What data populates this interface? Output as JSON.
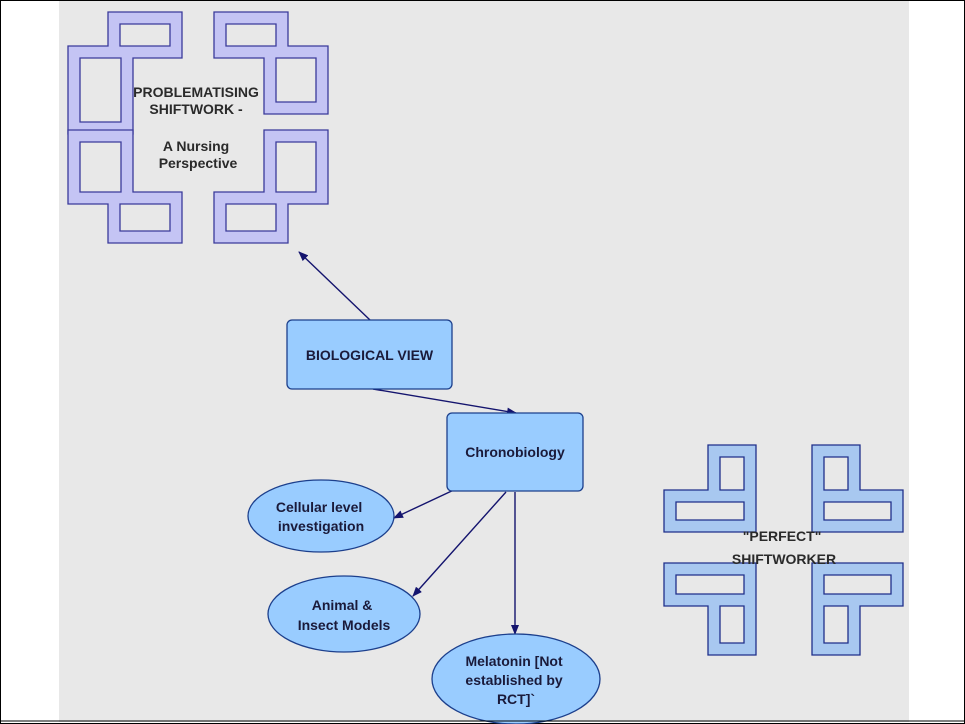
{
  "diagram": {
    "title_motif": {
      "lines": [
        "PROBLEMATISING",
        "SHIFTWORK -",
        "",
        "A Nursing",
        "Perspective"
      ]
    },
    "perfect_motif": {
      "lines": [
        "\"PERFECT\"",
        "SHIFTWORKER"
      ]
    },
    "nodes": {
      "biological_view": "BIOLOGICAL VIEW",
      "chronobiology": "Chronobiology",
      "cellular": [
        "Cellular level",
        "investigation"
      ],
      "animal": [
        "Animal  &",
        "Insect Models"
      ],
      "melatonin": [
        "Melatonin [Not",
        "established by",
        "RCT]`"
      ]
    },
    "colors": {
      "node_fill": "#99ccff",
      "node_stroke": "#1c3f8c",
      "motif_fill": "#c4c4f4",
      "motif_stroke": "#3a3a9a",
      "arrow": "#14146e",
      "panel": "#e8e8e8"
    }
  }
}
